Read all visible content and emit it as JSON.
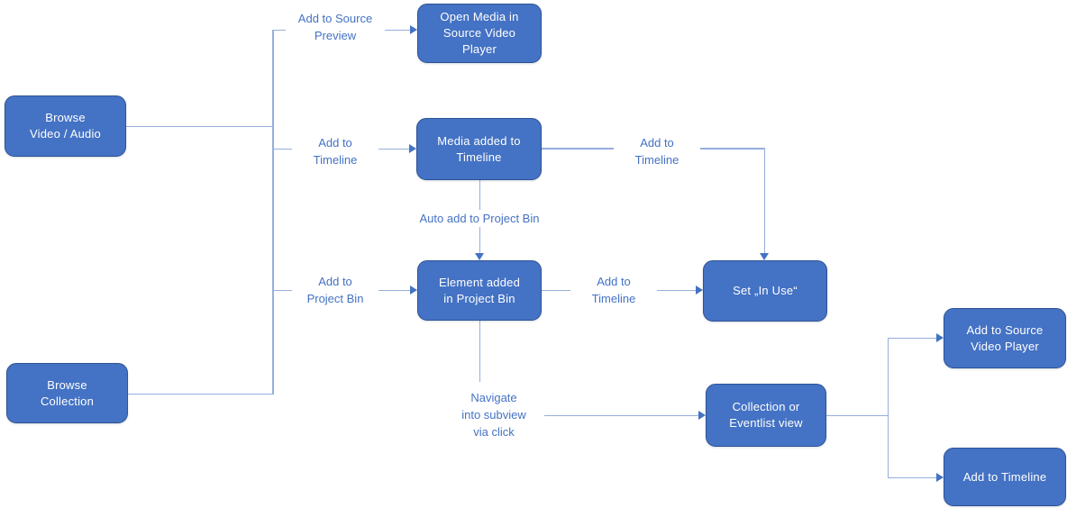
{
  "colors": {
    "node_fill": "#4472C4",
    "node_border": "#2E5395",
    "node_text": "#FFFFFF",
    "connector": "#96AEDC",
    "arrowhead": "#4472C4",
    "edge_label_text": "#4472C4",
    "background": "#FFFFFF"
  },
  "nodes": {
    "browse_video_audio": {
      "label": "Browse\nVideo / Audio"
    },
    "browse_collection": {
      "label": "Browse\nCollection"
    },
    "open_media_source_player": {
      "label": "Open Media in\nSource Video\nPlayer"
    },
    "media_added_timeline": {
      "label": "Media added to\nTimeline"
    },
    "element_added_project_bin": {
      "label": "Element added\nin Project Bin"
    },
    "set_in_use": {
      "label": "Set „In Use“"
    },
    "collection_eventlist_view": {
      "label": "Collection or\nEventlist view"
    },
    "add_to_source_video_player": {
      "label": "Add to Source\nVideo Player"
    },
    "add_to_timeline_node": {
      "label": "Add to Timeline"
    }
  },
  "edge_labels": {
    "add_to_source_preview": "Add to Source\nPreview",
    "add_to_timeline_left": "Add to\nTimeline",
    "add_to_project_bin": "Add to\nProject Bin",
    "auto_add_to_project_bin": "Auto add to Project Bin",
    "add_to_timeline_mid": "Add to\nTimeline",
    "add_to_timeline_element": "Add to\nTimeline",
    "navigate_into_subview": "Navigate\ninto subview\nvia click"
  }
}
